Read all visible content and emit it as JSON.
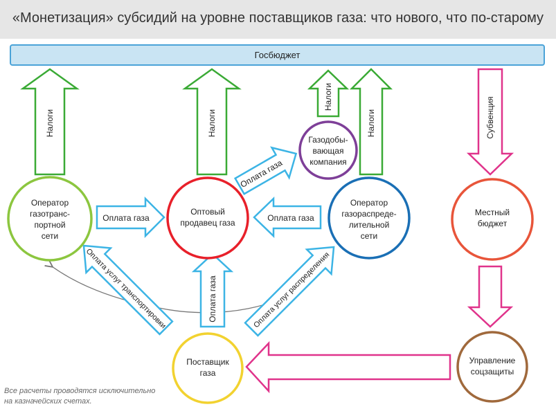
{
  "title": "«Монетизация» субсидий на уровне поставщиков газа: что нового, что по-старому",
  "budget": {
    "label": "Госбюджет"
  },
  "nodes": {
    "gts_operator": {
      "line1": "Оператор",
      "line2": "газотранс-",
      "line3": "портной",
      "line4": "сети",
      "color": "#8cc63f"
    },
    "wholesaler": {
      "line1": "Оптовый",
      "line2": "продавец газа",
      "color": "#e8202a"
    },
    "producer": {
      "line1": "Газодобы-",
      "line2": "вающая",
      "line3": "компания",
      "color": "#7e3f98"
    },
    "gds_operator": {
      "line1": "Оператор",
      "line2": "газораспреде-",
      "line3": "лительной",
      "line4": "сети",
      "color": "#1a6fb5"
    },
    "local_budget": {
      "line1": "Местный",
      "line2": "бюджет",
      "color": "#e8553a"
    },
    "social_dept": {
      "line1": "Управление",
      "line2": "соцзащиты",
      "color": "#a0693c"
    },
    "supplier": {
      "line1": "Поставщик",
      "line2": "газа",
      "color": "#f2d230"
    }
  },
  "arrows": {
    "tax1": "Налоги",
    "tax2": "Налоги",
    "tax3": "Налоги",
    "tax4": "Налоги",
    "subvention": "Субвенция",
    "gas_pay_left": "Оплата газа",
    "gas_pay_right": "Оплата газа",
    "gas_pay_producer": "Оплата газа",
    "gas_pay_up": "Оплата газа",
    "transport_pay": "Оплата услуг транспортировки",
    "distribution_pay": "Оплата услуг распределения"
  },
  "footnote": {
    "line1": "Все расчеты проводятся исключительно",
    "line2": "на казначейских счетах."
  },
  "colors": {
    "green": "#3aaa35",
    "cyan": "#3cb4e5",
    "pink": "#e0338b",
    "gray": "#777777"
  }
}
